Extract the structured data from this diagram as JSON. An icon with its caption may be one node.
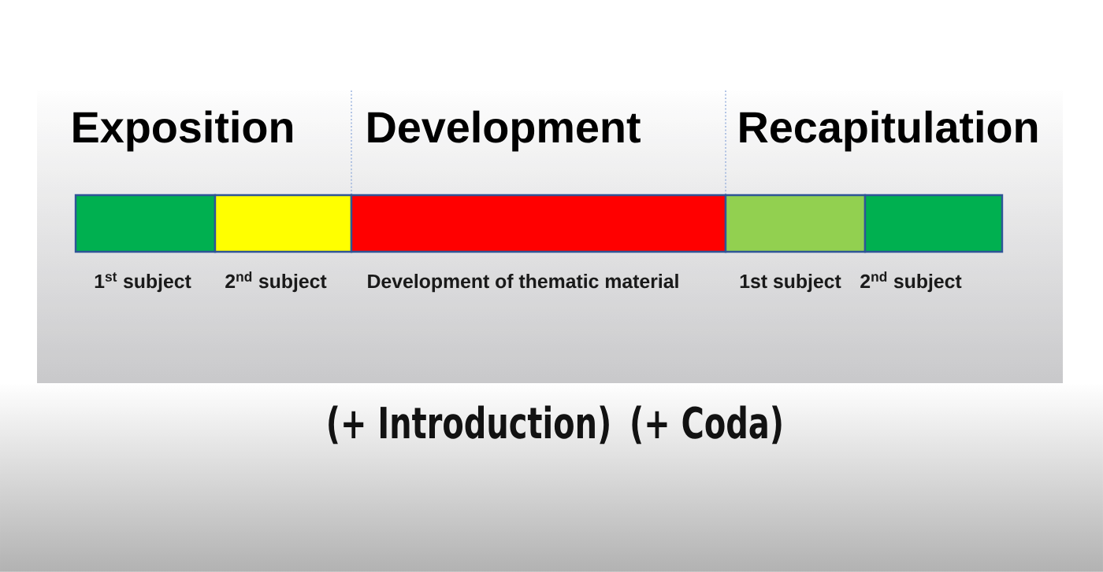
{
  "diagram": {
    "nodes": [
      {
        "text": [
          "1$^{st}$ subject"
        ]
      },
      {
        "text": [
          "2$^{nd}$ subject"
        ]
      },
      {
        "text": [
          "Development of thematic material"
        ]
      },
      {
        "text": [
          "1st subject"
        ]
      },
      {
        "text": [
          "2$^{nd}$ subject"
        ]
      }
    ],
    "labels": [
      "Exposition",
      "Development",
      "Recapitulation",
      "(+ Introduction)",
      "(+ Coda)"
    ]
  }
}
